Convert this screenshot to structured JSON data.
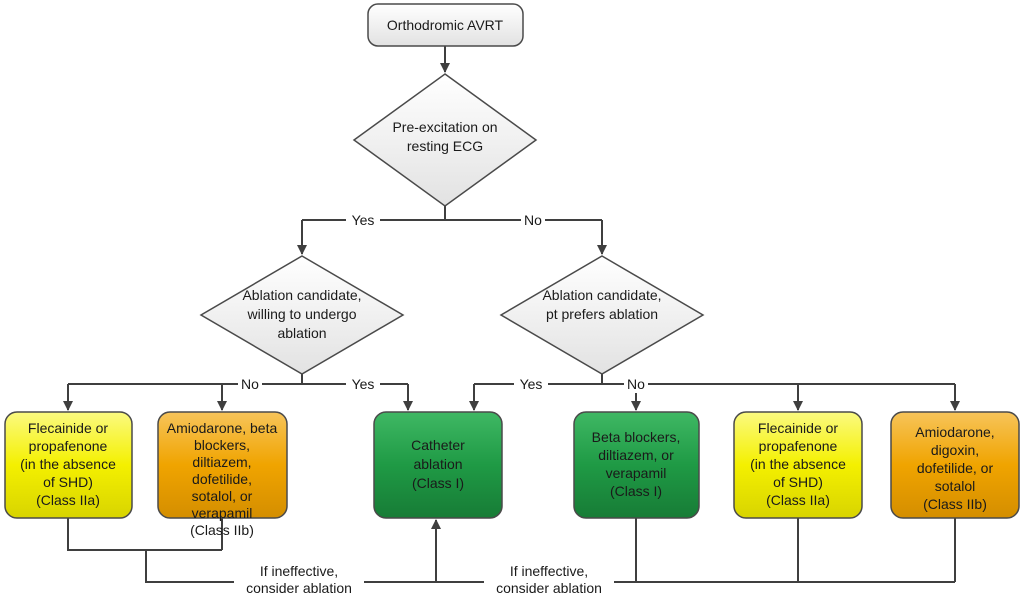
{
  "nodes": {
    "start": "Orthodromic AVRT",
    "preexcitation": "Pre-excitation on resting ECG",
    "ablation_willing": "Ablation candidate, willing to undergo ablation",
    "ablation_prefers": "Ablation candidate, pt prefers ablation",
    "flecainide_left": "Flecainide or propafenone (in the absence of SHD) (Class IIa)",
    "amiodarone_left": "Amiodarone, beta blockers, diltiazem, dofetilide, sotalol, or verapamil (Class IIb)",
    "catheter": "Catheter ablation (Class I)",
    "beta_blockers": "Beta blockers, diltiazem, or verapamil (Class I)",
    "flecainide_right": "Flecainide or propafenone (in the absence of SHD) (Class IIa)",
    "amiodarone_right": "Amiodarone, digoxin, dofetilide, or sotalol (Class IIb)"
  },
  "edge_labels": {
    "yes_top": "Yes",
    "no_top": "No",
    "no_left": "No",
    "yes_left": "Yes",
    "yes_right": "Yes",
    "no_right": "No",
    "ineffective_left": "If ineffective, consider ablation",
    "ineffective_right": "If ineffective, consider ablation"
  },
  "colors": {
    "yellow": "#f4f000",
    "orange": "#f0a400",
    "green": "#1f9a45",
    "diamond": "#efefef",
    "start_box": "#f2f2f2"
  }
}
